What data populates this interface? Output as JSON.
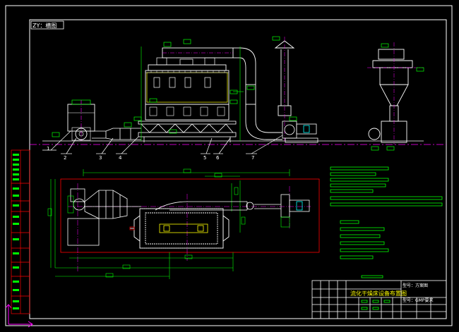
{
  "drawing": {
    "corner_tag": "ZY：横图",
    "title_block": {
      "title": "流化干燥床设备布置图",
      "note_1": "型号：方案图",
      "note_2": "型号：GMP要求"
    },
    "part_numbers": [
      "1",
      "2",
      "3",
      "4",
      "5",
      "6",
      "7"
    ]
  },
  "colors": {
    "background": "#000000",
    "frame": "#ffffff",
    "equipment": "#ffffff",
    "dimension": "#00ff00",
    "centerline": "#ff00ff",
    "section": "#ff0000",
    "duct": "#00ffff",
    "highlight": "#ffff00"
  }
}
